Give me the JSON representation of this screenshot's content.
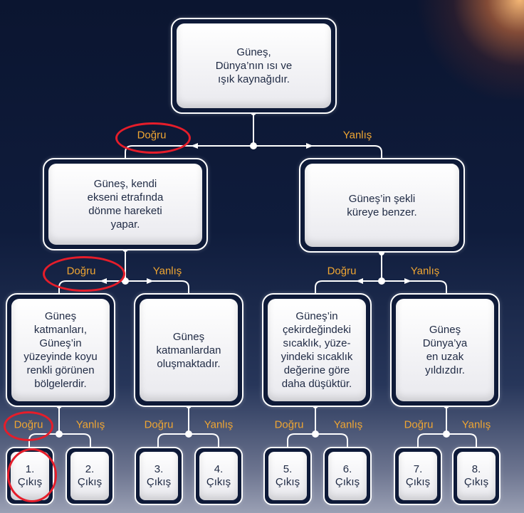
{
  "tree": {
    "root": "Güneş,\nDünya’nın ısı ve\nışık kaynağıdır.",
    "left": "Güneş, kendi\nekseni etrafında\ndönme hareketi\nyapar.",
    "right": "Güneş’in şekli\nküreye benzer.",
    "ll": "Güneş\nkatmanları,\nGüneş’in\nyüzeyinde koyu\nrenkli görünen\nbölgelerdir.",
    "lr": "Güneş\nkatmanlardan\noluşmaktadır.",
    "rl": "Güneş’in\nçekirdeğindeki\nsıcaklık, yüze-\nyindeki sıcaklık\ndeğerine göre\ndaha düşüktür.",
    "rr": "Güneş\nDünya’ya\nen uzak\nyıldızdır."
  },
  "labels": {
    "true": "Doğru",
    "false": "Yanlış"
  },
  "exits": [
    "1.\nÇıkış",
    "2.\nÇıkış",
    "3.\nÇıkış",
    "4.\nÇıkış",
    "5.\nÇıkış",
    "6.\nÇıkış",
    "7.\nÇıkış",
    "8.\nÇıkış"
  ],
  "colors": {
    "label": "#f0a632",
    "highlight": "#e51d2a",
    "connector": "#ffffff"
  }
}
